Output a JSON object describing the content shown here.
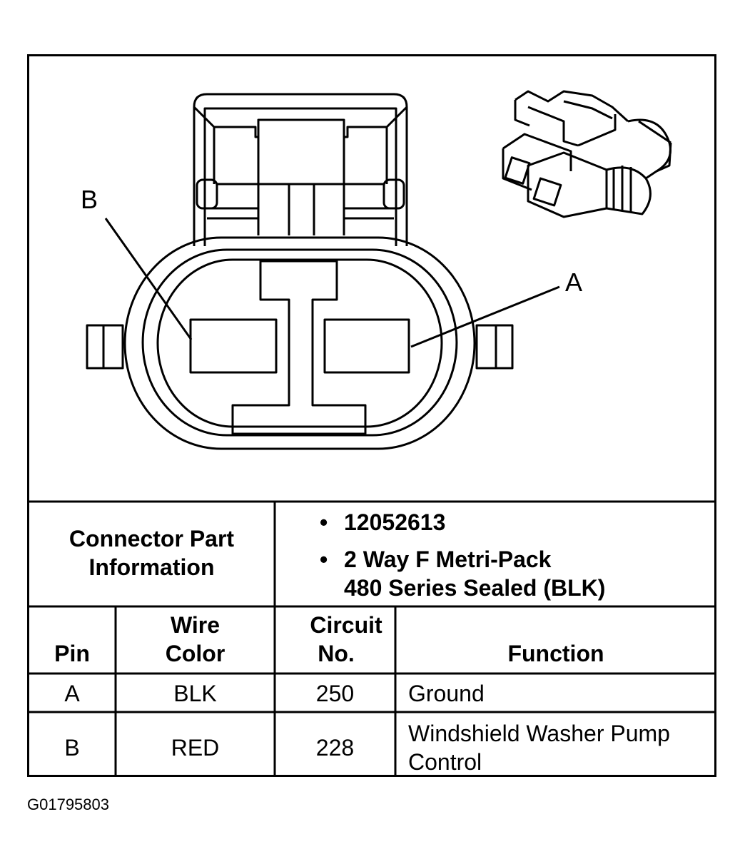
{
  "diagram": {
    "label_b": "B",
    "label_a": "A"
  },
  "connector_info": {
    "heading_line1": "Connector Part",
    "heading_line2": "Information",
    "bullet_glyph": "•",
    "part_number": "12052613",
    "description_line1": "2 Way F Metri-Pack",
    "description_line2": "480 Series Sealed (BLK)"
  },
  "table": {
    "headers": {
      "pin": "Pin",
      "wire_color_line1": "Wire",
      "wire_color_line2": "Color",
      "circuit_line1": "Circuit",
      "circuit_line2": "No.",
      "function": "Function"
    },
    "rows": [
      {
        "pin": "A",
        "wire_color": "BLK",
        "circuit": "250",
        "function_line1": "Ground",
        "function_line2": ""
      },
      {
        "pin": "B",
        "wire_color": "RED",
        "circuit": "228",
        "function_line1": "Windshield Washer Pump",
        "function_line2": "Control"
      }
    ]
  },
  "figure_id": "G01795803"
}
